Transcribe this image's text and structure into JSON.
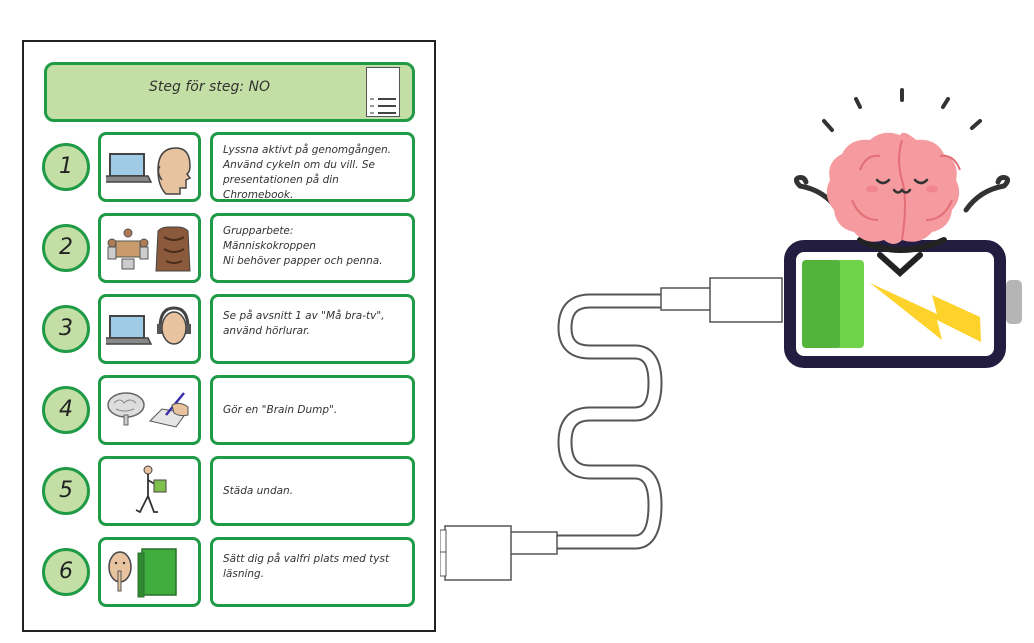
{
  "sheet": {
    "title": "Steg för steg: NO",
    "title_icon": "checklist-document-icon",
    "steps": [
      {
        "number": "1",
        "text": "Lyssna aktivt på genomgången. Använd cykeln om du vill. Se presentationen på din Chromebook.",
        "icons": [
          "laptop-icon",
          "listening-head-icon"
        ]
      },
      {
        "number": "2",
        "text_lines": [
          "Grupparbete:",
          "Människokroppen",
          "Ni behöver papper och penna."
        ],
        "icons": [
          "group-work-icon",
          "human-body-icon"
        ]
      },
      {
        "number": "3",
        "text": "Se på avsnitt 1 av \"Må bra-tv\", använd hörlurar.",
        "icons": [
          "laptop-icon",
          "headphones-icon"
        ]
      },
      {
        "number": "4",
        "text": "Gör en \"Brain Dump\".",
        "icons": [
          "brain-icon",
          "writing-hand-icon"
        ]
      },
      {
        "number": "5",
        "text": "Städa undan.",
        "icons": [
          "walking-person-carrying-icon"
        ]
      },
      {
        "number": "6",
        "text": "Sätt dig på valfri plats med tyst läsning.",
        "icons": [
          "shush-face-icon",
          "green-book-icon"
        ]
      }
    ]
  },
  "illustration": {
    "description": "meditating brain on charging battery connected by cable",
    "battery_charge_fraction": 0.3,
    "colors": {
      "accent_green": "#1f9a46",
      "header_fill": "#c3dfa5",
      "brain_pink": "#f59a9f",
      "battery_frame": "#231d42",
      "battery_charge": "#52b43a",
      "bolt_yellow": "#fdd22b"
    }
  }
}
